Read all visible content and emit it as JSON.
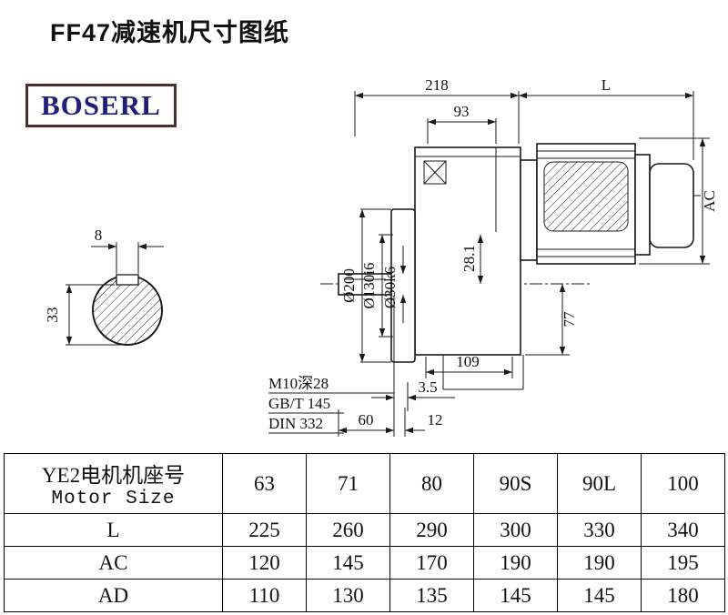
{
  "title": "FF47减速机尺寸图纸",
  "logo": "BOSERL",
  "drawing": {
    "d218": "218",
    "dL": "L",
    "d93": "93",
    "dAC": "AC",
    "d28_1": "28.1",
    "d200": "Ø200",
    "d130": "Ø130i6",
    "d30": "Ø30k6",
    "d77": "77",
    "d109": "109",
    "d3_5": "3.5",
    "d60": "60",
    "d12": "12",
    "d8": "8",
    "d33": "33",
    "note_m10": "M10深28",
    "note_gbt": "GB/T 145",
    "note_din": "DIN 332"
  },
  "table": {
    "header_cn": "YE2电机机座号",
    "header_en": "Motor Size",
    "sizes": [
      "63",
      "71",
      "80",
      "90S",
      "90L",
      "100"
    ],
    "rows": [
      {
        "label": "L",
        "values": [
          "225",
          "260",
          "290",
          "300",
          "330",
          "340"
        ]
      },
      {
        "label": "AC",
        "values": [
          "120",
          "145",
          "170",
          "190",
          "190",
          "195"
        ]
      },
      {
        "label": "AD",
        "values": [
          "110",
          "130",
          "135",
          "145",
          "145",
          "180"
        ]
      }
    ]
  }
}
